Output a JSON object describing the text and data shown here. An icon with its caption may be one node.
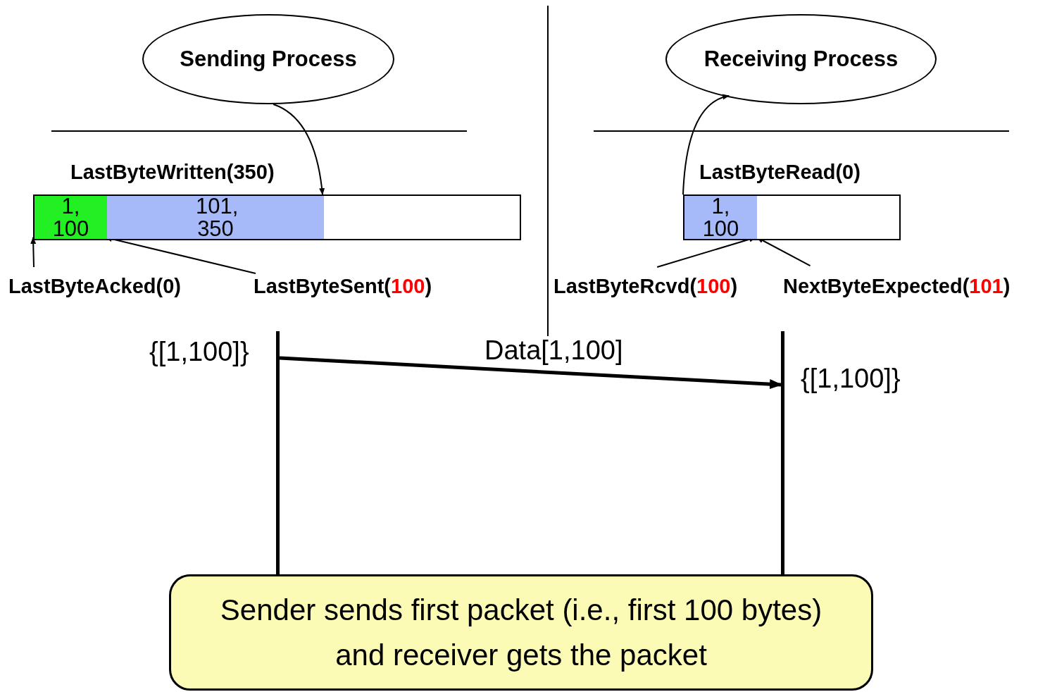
{
  "diagram": {
    "nodes": [
      {
        "text": [
          "Sending Process"
        ]
      },
      {
        "text": [
          "Receiving Process"
        ]
      },
      {
        "text": [],
        "shape": "box"
      },
      {
        "text": [
          "1, 100"
        ],
        "in": 2
      },
      {
        "text": [
          "101, 350"
        ],
        "in": 2
      },
      {
        "text": [
          "LastByteAcked(0)"
        ]
      },
      {
        "text": [
          "LastByteSent(**100**)"
        ]
      },
      {
        "text": [],
        "shape": "box"
      },
      {
        "text": [
          "1, 100"
        ],
        "in": 7
      },
      {
        "text": [
          "LastByteRcvd(**100**)"
        ]
      },
      {
        "text": [
          "NextByteExpected(**101**)"
        ]
      },
      {
        "text": [],
        "shape": "bar",
        "beside": [
          "{[1,100]}"
        ]
      },
      {
        "text": [],
        "shape": "bar",
        "beside": [
          "{[1,100]}"
        ]
      },
      {
        "text": [
          "Sender sends first packet (i.e., first 100 bytes) and receiver gets the packet"
        ]
      }
    ],
    "edges": [
      {
        "from": 0,
        "to": 4,
        "arrow": "to"
      },
      {
        "from": 8,
        "to": 1,
        "arrow": "to"
      },
      {
        "from": 5,
        "to": 3,
        "arrow": "to"
      },
      {
        "from": 6,
        "to": 4,
        "arrow": "to"
      },
      {
        "from": 9,
        "to": 8,
        "arrow": "to"
      },
      {
        "from": 10,
        "to": 8,
        "arrow": "to"
      },
      {
        "from": 11,
        "to": 12,
        "arrow": "to",
        "label": "Data[1,100]",
        "style": "thick"
      }
    ],
    "labels": [
      "LastByteWritten(350)",
      "LastByteRead(0)"
    ]
  }
}
